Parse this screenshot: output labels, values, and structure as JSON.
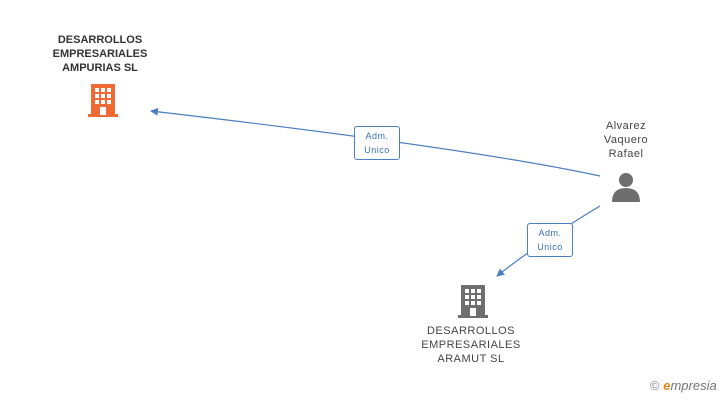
{
  "nodes": {
    "company_main": {
      "name": "DESARROLLOS\nEMPRESARIALES\nAMPURIAS SL",
      "color": "#f06a35"
    },
    "company_sub": {
      "name": "DESARROLLOS\nEMPRESARIALES\nARAMUT SL",
      "color": "#6e6e6e"
    },
    "person": {
      "name": "Alvarez\nVaquero\nRafael",
      "color": "#6e6e6e"
    }
  },
  "edges": [
    {
      "from": "person",
      "to": "company_main",
      "label_line1": "Adm.",
      "label_line2": "Unico"
    },
    {
      "from": "person",
      "to": "company_sub",
      "label_line1": "Adm.",
      "label_line2": "Unico"
    }
  ],
  "edge_color": "#4a7fc1",
  "brand": {
    "copyright": "©",
    "initial": "e",
    "rest": "mpresia"
  }
}
